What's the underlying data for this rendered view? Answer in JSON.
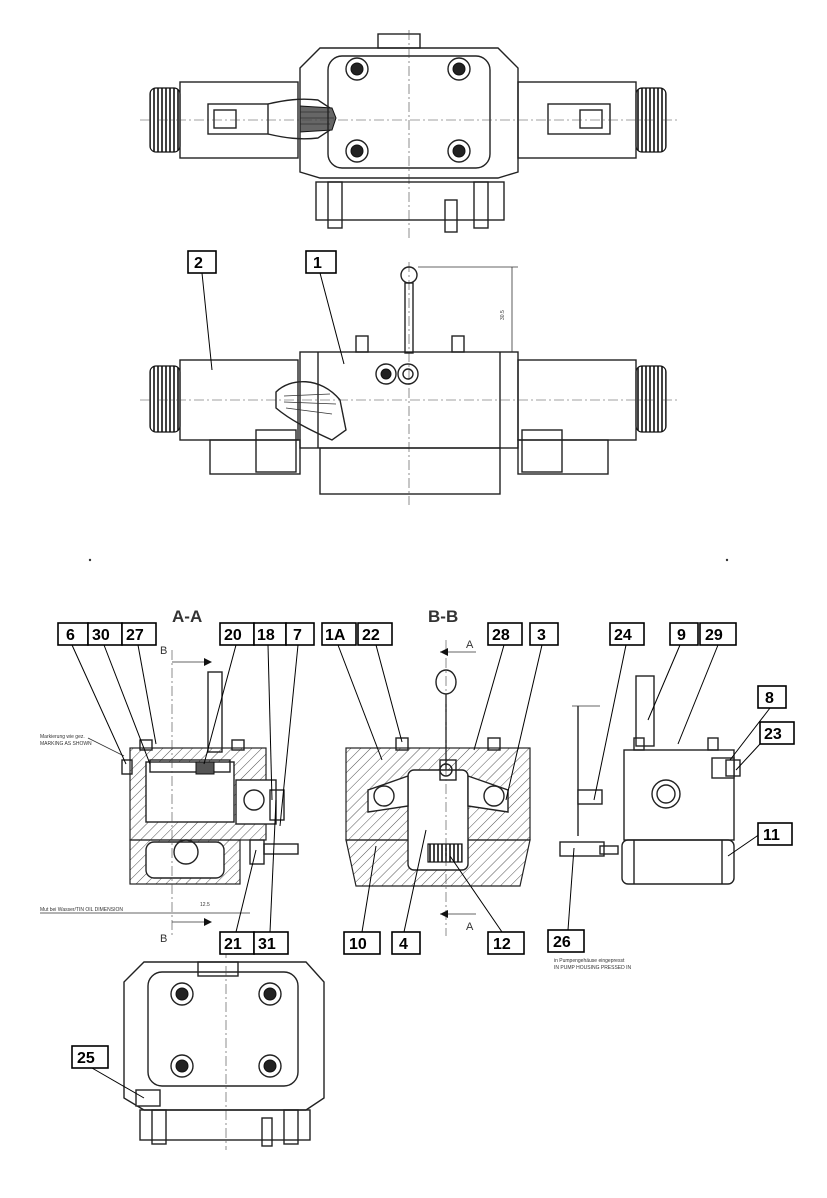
{
  "sections": {
    "aa": "A-A",
    "bb": "B-B"
  },
  "section_markers": {
    "a": "A",
    "b": "B"
  },
  "callouts": {
    "c1": "1",
    "c2": "2",
    "c1a": "1A",
    "c3": "3",
    "c4": "4",
    "c6": "6",
    "c7": "7",
    "c8": "8",
    "c9": "9",
    "c10": "10",
    "c11": "11",
    "c12": "12",
    "c18": "18",
    "c20": "20",
    "c21": "21",
    "c22": "22",
    "c23": "23",
    "c24": "24",
    "c25": "25",
    "c26": "26",
    "c27": "27",
    "c28": "28",
    "c29": "29",
    "c30": "30",
    "c31": "31"
  },
  "annotations": {
    "dim_lever": "30.5",
    "dim_aa": "12.5",
    "note_left_1": "Markierung wie gez.",
    "note_left_2": "MARKING AS SHOWN",
    "note_bottom_left": "Mut bei Wasser/TIN OIL DIMENSION",
    "note_right_1": "in Pumpengehäuse eingepresst",
    "note_right_2": "IN PUMP HOUSING PRESSED IN"
  }
}
